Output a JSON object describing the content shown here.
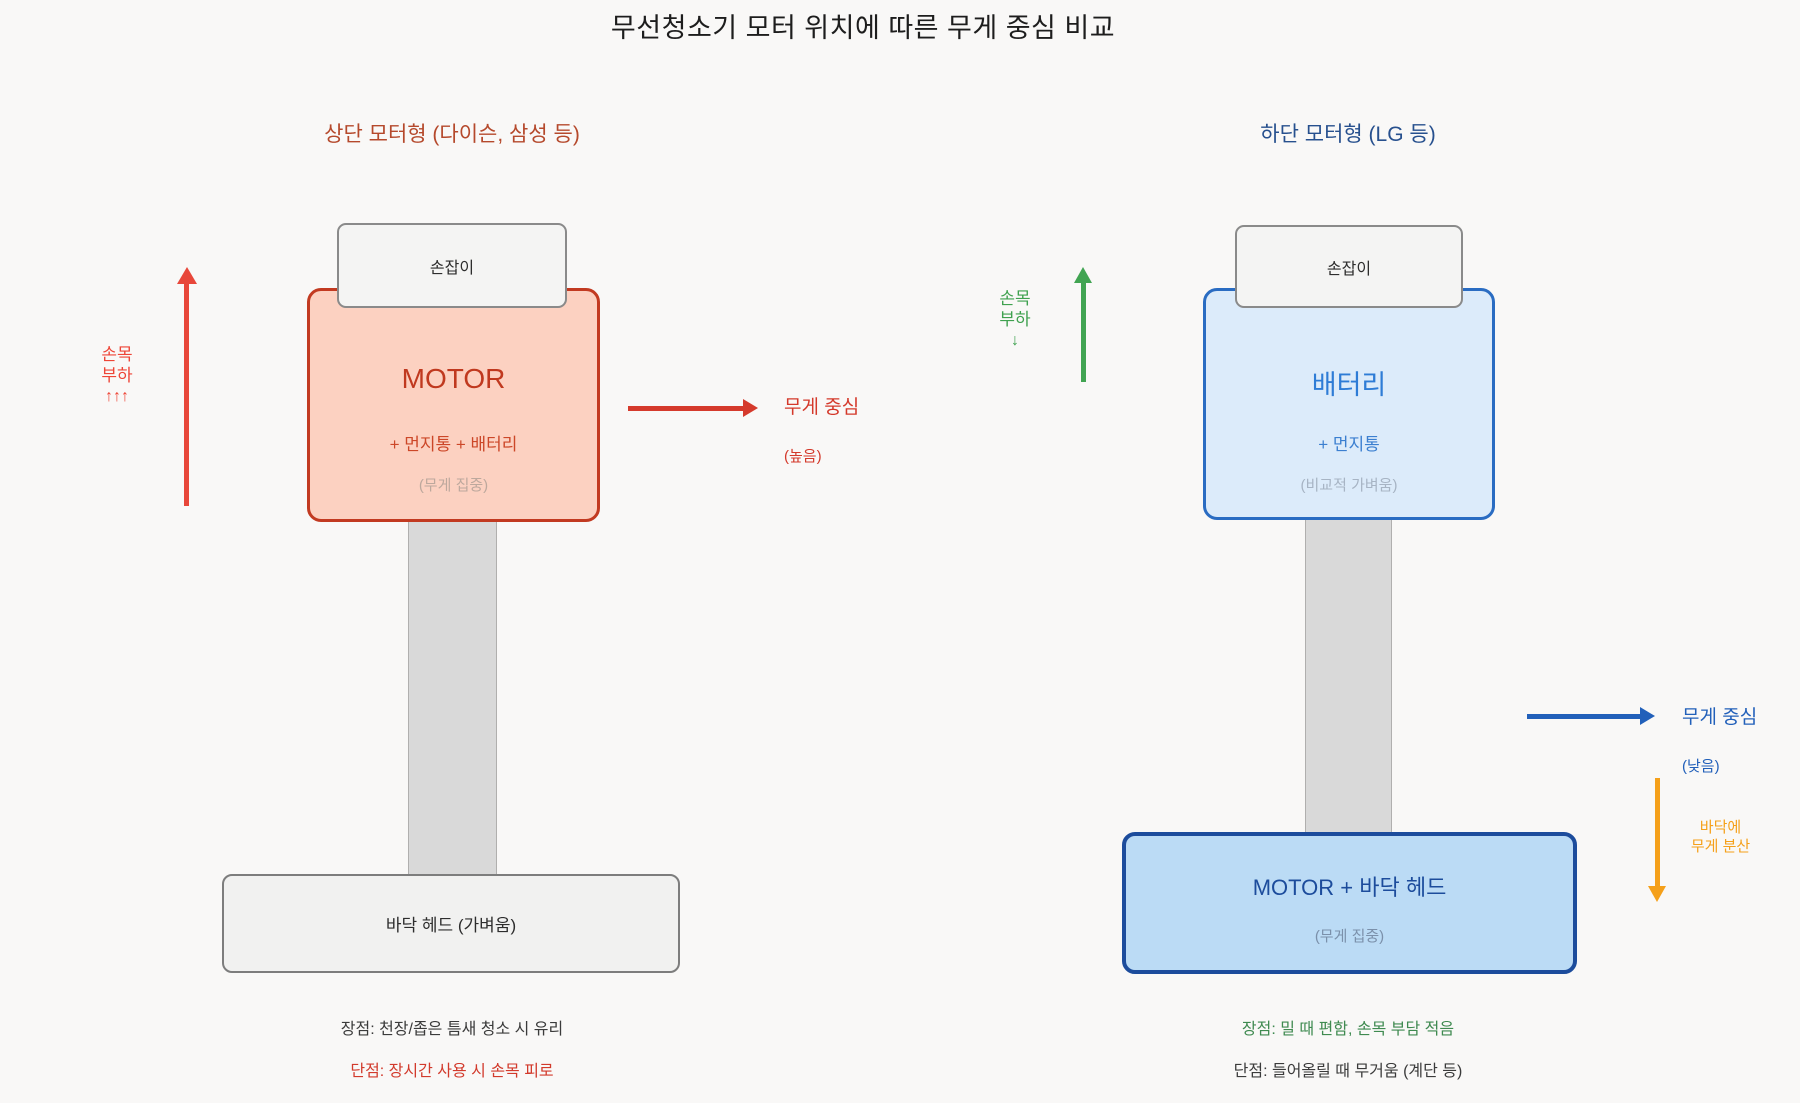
{
  "title": "무선청소기 모터 위치에 따른 무게 중심 비교",
  "colors": {
    "background": "#f9f8f7",
    "left_accent": "#c23a21",
    "left_fill": "#fcd1c1",
    "red_arrow": "#e8473a",
    "red_text": "#d4392b",
    "left_header": "#b5492c",
    "right_header": "#27508e",
    "battery_border": "#2a6cc2",
    "battery_fill": "#dcebfa",
    "battery_text": "#2e7cd6",
    "navy": "#1c4c9c",
    "bottom_fill": "#bbdbf5",
    "blue_arrow": "#2260ba",
    "green": "#41a452",
    "orange": "#f5a01a",
    "handle_fill": "#f4f4f3",
    "pole_fill": "#d9d9d9"
  },
  "left": {
    "header": "상단 모터형 (다이슨, 삼성 등)",
    "wrist_label": {
      "line1": "손목",
      "line2": "부하",
      "line3": "↑↑↑"
    },
    "handle": "손잡이",
    "main_box": {
      "title": "MOTOR",
      "subtitle": "+ 먼지통 + 배터리",
      "note": "(무게 집중)"
    },
    "cog": {
      "label": "무게 중심",
      "note": "(높음)"
    },
    "head": "바닥 헤드 (가벼움)",
    "pros": "장점: 천장/좁은 틈새 청소 시 유리",
    "cons": "단점: 장시간 사용 시 손목 피로"
  },
  "right": {
    "header": "하단 모터형 (LG 등)",
    "wrist_label": {
      "line1": "손목",
      "line2": "부하",
      "line3": "↓"
    },
    "handle": "손잡이",
    "main_box": {
      "title": "배터리",
      "subtitle": "+ 먼지통",
      "note": "(비교적 가벼움)"
    },
    "cog": {
      "label": "무게 중심",
      "note": "(낮음)"
    },
    "bottom_box": {
      "title": "MOTOR + 바닥 헤드",
      "note": "(무게 집중)"
    },
    "floor_label": {
      "line1": "바닥에",
      "line2": "무게 분산"
    },
    "pros": "장점: 밀 때 편함, 손목 부담 적음",
    "cons": "단점: 들어올릴 때 무거움 (계단 등)"
  }
}
